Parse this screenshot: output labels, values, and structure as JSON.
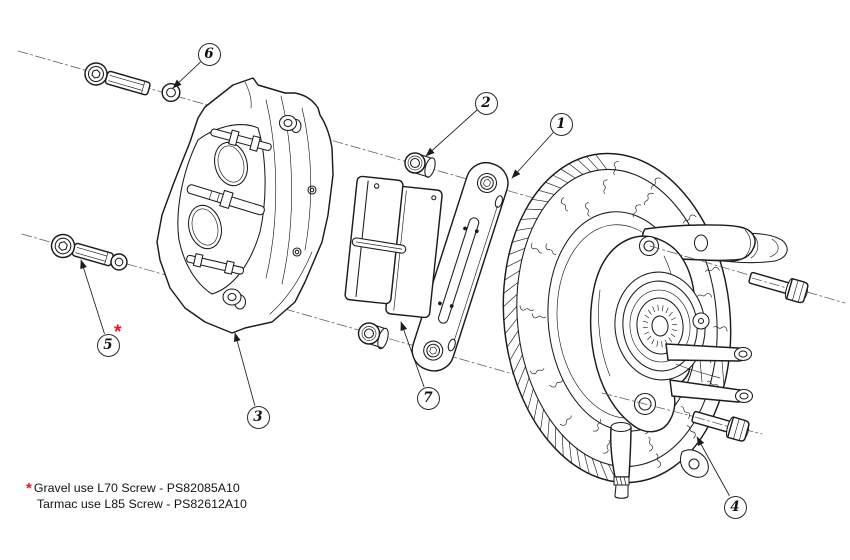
{
  "colors": {
    "line": "#1c1c1c",
    "accent": "#e8131d",
    "background": "#ffffff"
  },
  "callouts": {
    "c1": "1",
    "c2": "2",
    "c3": "3",
    "c4": "4",
    "c5": "5",
    "c6": "6",
    "c7": "7"
  },
  "callout5_marker": "*",
  "footnote": {
    "marker": "*",
    "gravel": "Gravel use L70 Screw - PS82085A10",
    "tarmac": "Tarmac use L85 Screw - PS82612A10"
  }
}
